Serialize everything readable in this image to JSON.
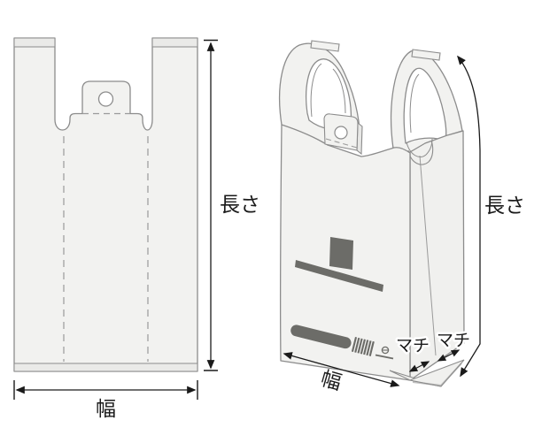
{
  "diagram": {
    "description_type": "shopping-bag-dimension-diagram",
    "flat_view": {
      "length_label": "長さ",
      "width_label": "幅"
    },
    "perspective_view": {
      "length_label": "長さ",
      "width_label": "幅",
      "gusset_label_left": "マチ",
      "gusset_label_right": "マチ"
    }
  },
  "colors": {
    "background": "#ffffff",
    "bag_fill": "#f2f2f0",
    "bag_fill_side": "#f0f0ee",
    "band_fill": "#eaeae8",
    "outline": "#8c8c8c",
    "dashed_line": "#9a9a9a",
    "print": "#6c6c68",
    "dimension": "#1a1a1a"
  }
}
